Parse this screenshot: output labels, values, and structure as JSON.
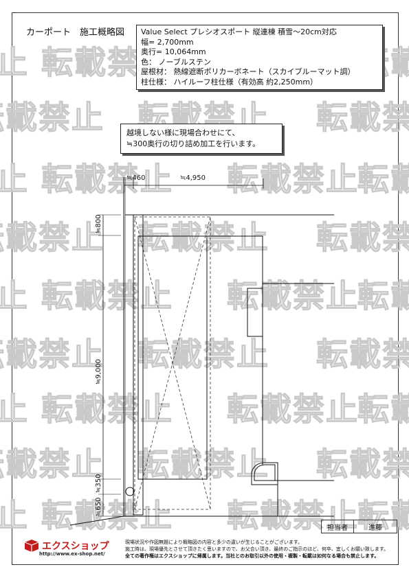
{
  "header": {
    "title": "カーポート　施工概略図"
  },
  "spec": {
    "lines": [
      "Value Select プレシオスポート 縦連棟 積雪～20cm対応",
      "幅= 2,700mm",
      "奥行= 10,064mm",
      "色： ノーブルステン",
      "屋根材： 熱線遮断ポリカーボネート（スカイブルーマット調）",
      "柱仕様： ハイルーフ柱仕様（有効高 約2,250mm）"
    ]
  },
  "note": {
    "lines": [
      "越境しない様に現場合わせにて、",
      "≒300奥行の切り詰め加工を行います。"
    ]
  },
  "dimensions": {
    "top_left": "≒460",
    "top_width": "≒4,950",
    "side_800": "≒800",
    "side_9000": "≒9,000",
    "side_350": "≒350",
    "side_650": "≒650"
  },
  "watermark": {
    "text": "転載禁止",
    "color": "#c9c9c9"
  },
  "staff": {
    "label": "担当者",
    "name": "進藤"
  },
  "footer": {
    "logo_text": "エクスショップ",
    "logo_url": "http://www.ex-shop.net/",
    "accent_color": "#c21b1b",
    "disclaimer": [
      "現場状況や作図無題により概略図の内容と多少の違いが生じることがございます。",
      "施工時は、現場優先とさせて頂きたく思いますので、お父合い頂き、最終のご指示のほど、何卒、宜しくお願い致します。",
      "全ての著作権はエクスショップに帰属します。当社とのお取引以外の使用・複製・転載は如何なる場合も禁止します。"
    ]
  }
}
